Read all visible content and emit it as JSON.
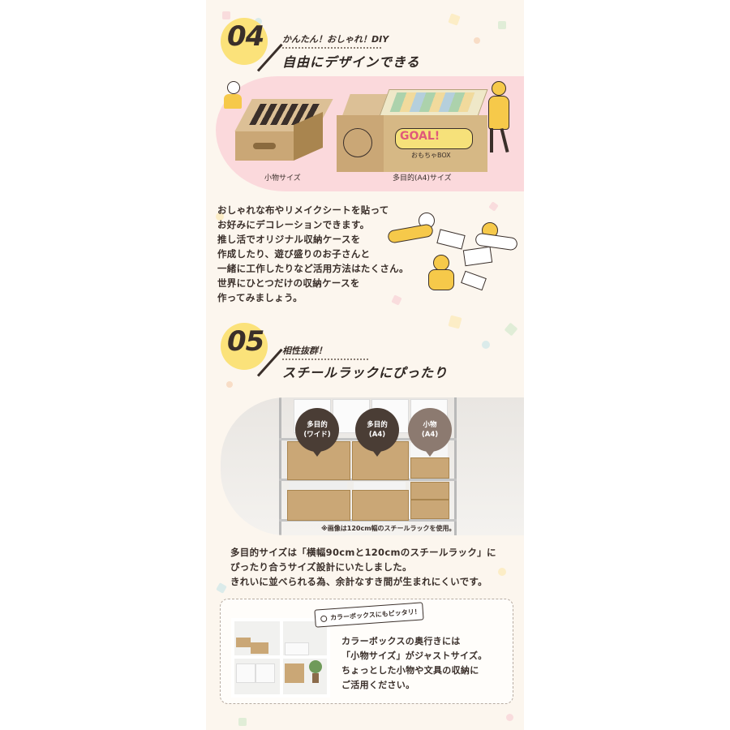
{
  "section04": {
    "number": "04",
    "subtitle": "かんたん！おしゃれ！DIY",
    "title": "自由にデザインできる",
    "caption_small": "小物サイズ",
    "caption_multi": "多目的(A4)サイズ",
    "box_art_label": "GOAL!",
    "box_art_sub": "おもちゃBOX",
    "paragraph": [
      "おしゃれな布やリメイクシートを貼って",
      "お好みにデコレーションできます。",
      "推し活でオリジナル収納ケースを",
      "作成したり、遊び盛りのお子さんと",
      "一緒に工作したりなど活用方法はたくさん。",
      "世界にひとつだけの収納ケースを",
      "作ってみましょう。"
    ]
  },
  "section05": {
    "number": "05",
    "subtitle": "相性抜群！",
    "title": "スチールラックにぴったり",
    "bubbles": [
      {
        "line1": "多目的",
        "line2": "(ワイド)",
        "color": "#4a3d35"
      },
      {
        "line1": "多目的",
        "line2": "(A4)",
        "color": "#4a3d35"
      },
      {
        "line1": "小物",
        "line2": "(A4)",
        "color": "#8c7a70"
      }
    ],
    "photo_note": "※画像は120cm幅のスチールラックを使用。",
    "paragraph": [
      "多目的サイズは「横幅90cmと120cmのスチールラック」に",
      "ぴったり合うサイズ設計にいたしました。",
      "きれいに並べられる為、余計なすき間が生まれにくいです。"
    ],
    "tag_label": "カラーボックスにもピッタリ！",
    "box_paragraph": [
      "カラーボックスの奥行きには",
      "「小物サイズ」がジャストサイズ。",
      "ちょっとした小物や文具の収納に",
      "ご活用ください。"
    ]
  },
  "colors": {
    "background": "#fcf6ee",
    "accent_yellow": "#fbe27a",
    "accent_pink": "#fbd9dc",
    "text_dark": "#3a2f2a",
    "kraft": "#caa776"
  }
}
